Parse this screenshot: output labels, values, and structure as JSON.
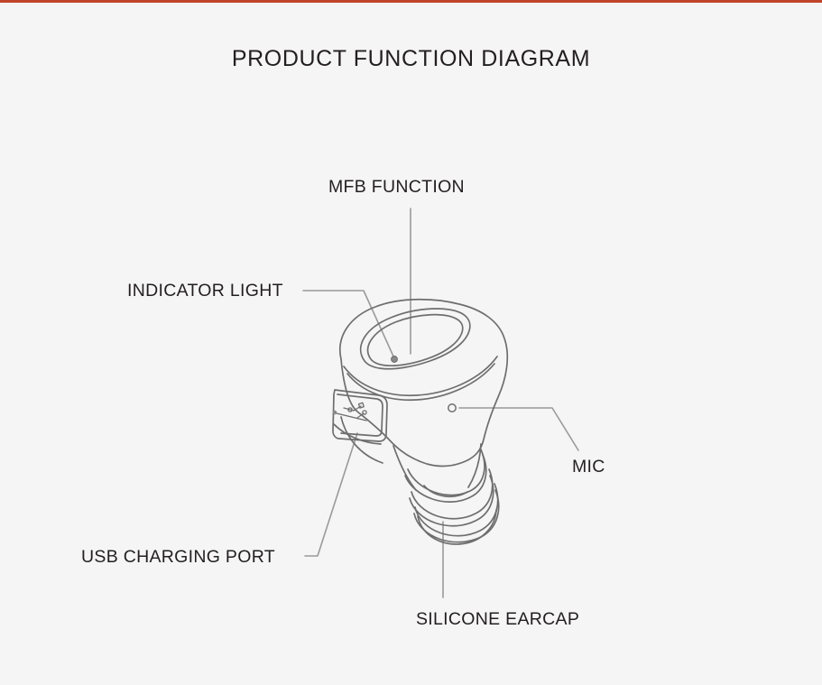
{
  "page": {
    "background_color": "#f5f5f5",
    "accent_bar_color": "#c0442a",
    "line_color": "#999999",
    "sketch_color": "#6e6e6e",
    "text_color": "#231f20"
  },
  "title": "PRODUCT FUNCTION DIAGRAM",
  "callouts": [
    {
      "id": "mfb-function",
      "label": "MFB FUNCTION"
    },
    {
      "id": "indicator-light",
      "label": "INDICATOR LIGHT"
    },
    {
      "id": "mic",
      "label": "MIC"
    },
    {
      "id": "usb-charging",
      "label": "USB CHARGING PORT"
    },
    {
      "id": "silicone-earcap",
      "label": "SILICONE EARCAP"
    }
  ],
  "product": {
    "name": "wireless-earbud",
    "parts": [
      "top-button-surface",
      "indicator-light-dot",
      "usb-port-panel",
      "mic-hole",
      "silicone-earcap-rings"
    ]
  }
}
